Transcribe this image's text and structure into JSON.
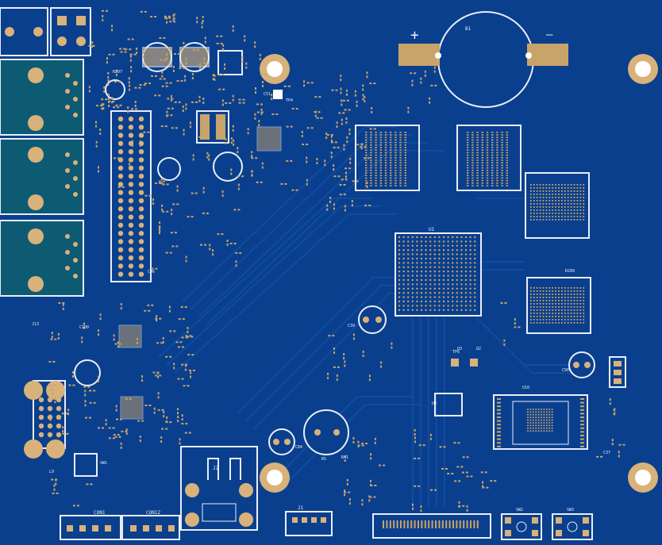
{
  "colors": {
    "background": "#ffffff",
    "board": "#0a3f8d",
    "trace": "#0f4ea6",
    "silkscreen": "#e9eef7",
    "copper": "#c9a46a",
    "pad_gold": "#d8b27a",
    "hole": "#0a2456"
  },
  "silkscreen_text": {
    "battery": "B1",
    "battery_plus": "+",
    "battery_minus": "—",
    "con1": "CON1",
    "con12": "CON12",
    "j1": "J1",
    "j2": "J2",
    "sw1": "SW1",
    "sw2": "SW2",
    "sw3": "SW3",
    "ic_cpu": "U1",
    "c51": "C51",
    "c84": "C84",
    "c90": "C90",
    "c96": "C96",
    "c100": "C100",
    "q2": "Q2",
    "q3": "Q3",
    "r289": "R289",
    "r41": "R41",
    "r5": "R5",
    "u16": "U16",
    "u4": "U4",
    "l9": "L9",
    "c37": "C37",
    "j13": "J13",
    "tp4": "TP4",
    "tp6": "TP6",
    "r297": "R297",
    "c39": "C39"
  }
}
